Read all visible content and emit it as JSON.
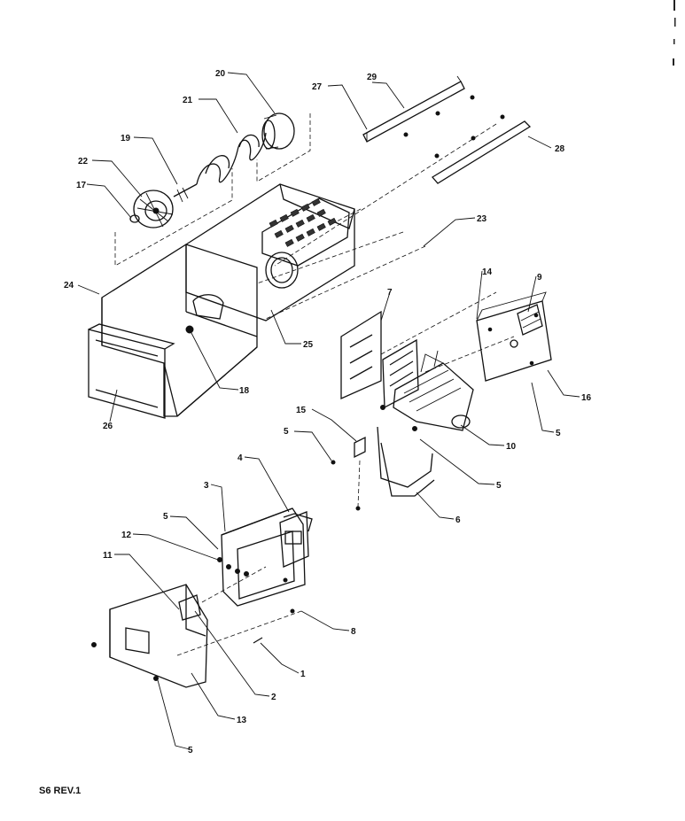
{
  "footer_text": "S6 REV.1",
  "callouts": [
    {
      "id": "c1",
      "text": "1"
    },
    {
      "id": "c2",
      "text": "2"
    },
    {
      "id": "c3",
      "text": "3"
    },
    {
      "id": "c4",
      "text": "4"
    },
    {
      "id": "c5a",
      "text": "5"
    },
    {
      "id": "c5b",
      "text": "5"
    },
    {
      "id": "c5c",
      "text": "5"
    },
    {
      "id": "c5d",
      "text": "5"
    },
    {
      "id": "c5e",
      "text": "5"
    },
    {
      "id": "c6",
      "text": "6"
    },
    {
      "id": "c7",
      "text": "7"
    },
    {
      "id": "c8",
      "text": "8"
    },
    {
      "id": "c9",
      "text": "9"
    },
    {
      "id": "c10",
      "text": "10"
    },
    {
      "id": "c11",
      "text": "11"
    },
    {
      "id": "c12",
      "text": "12"
    },
    {
      "id": "c13",
      "text": "13"
    },
    {
      "id": "c14",
      "text": "14"
    },
    {
      "id": "c15",
      "text": "15"
    },
    {
      "id": "c16",
      "text": "16"
    },
    {
      "id": "c17",
      "text": "17"
    },
    {
      "id": "c18",
      "text": "18"
    },
    {
      "id": "c19",
      "text": "19"
    },
    {
      "id": "c20",
      "text": "20"
    },
    {
      "id": "c21",
      "text": "21"
    },
    {
      "id": "c22",
      "text": "22"
    },
    {
      "id": "c23",
      "text": "23"
    },
    {
      "id": "c24",
      "text": "24"
    },
    {
      "id": "c25",
      "text": "25"
    },
    {
      "id": "c26",
      "text": "26"
    },
    {
      "id": "c27",
      "text": "27"
    },
    {
      "id": "c28",
      "text": "28"
    },
    {
      "id": "c29",
      "text": "29"
    }
  ]
}
